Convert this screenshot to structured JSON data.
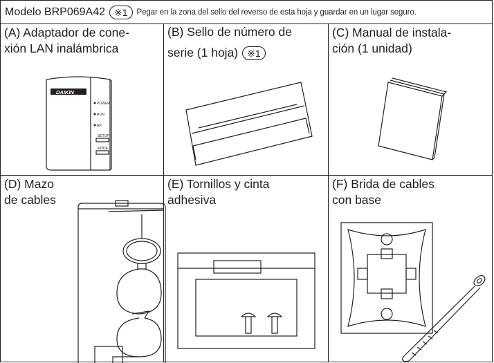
{
  "header": {
    "model_label": "Modelo BRP069A42",
    "mark": "※1",
    "note": "Pegar en la zona del sello del reverso de esta hoja y guardar en un lugar seguro."
  },
  "items": {
    "a": {
      "line1": "(A) Adaptador de cone-",
      "line2": "xión LAN inalámbrica",
      "brand": "DAIKIN",
      "leds": [
        "POWER",
        "RUN",
        "AP"
      ],
      "buttons": [
        "SETUP",
        "MODE"
      ]
    },
    "b": {
      "line1": "(B) Sello de número de",
      "line2": "serie (1 hoja)",
      "mark": "※1"
    },
    "c": {
      "line1": "(C) Manual de instala-",
      "line2": "ción (1 unidad)"
    },
    "d": {
      "line1": "(D) Mazo",
      "line2": "de cables"
    },
    "e": {
      "line1": "(E) Tornillos y cinta",
      "line2": "adhesiva"
    },
    "f": {
      "line1": "(F) Brida de cables",
      "line2": "con base"
    }
  }
}
